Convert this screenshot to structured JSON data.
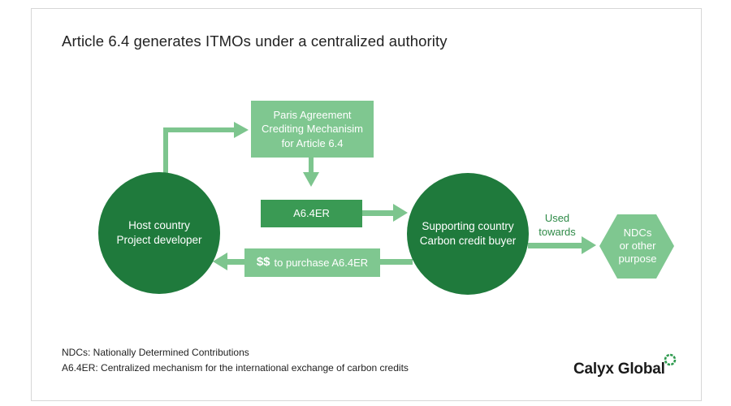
{
  "title": "Article 6.4 generates ITMOs under a centralized authority",
  "nodes": {
    "host": {
      "line1": "Host country",
      "line2": "Project developer"
    },
    "mechanism": {
      "line1": "Paris Agreement",
      "line2": "Crediting Mechanisim",
      "line3": "for Article 6.4"
    },
    "credit": {
      "label": "A6.4ER"
    },
    "buyer": {
      "line1": "Supporting country",
      "line2": "Carbon credit buyer"
    },
    "payment": {
      "symbol": "$$",
      "label": "to purchase A6.4ER"
    },
    "ndc": {
      "line1": "NDCs",
      "line2": "or other",
      "line3": "purpose"
    }
  },
  "edge_labels": {
    "used_towards_1": "Used",
    "used_towards_2": "towards"
  },
  "footnotes": {
    "ndc": "NDCs: Nationally Determined Contributions",
    "a64er": "A6.4ER: Centralized mechanism for the international exchange of carbon credits"
  },
  "logo": {
    "text": "Calyx Global",
    "icon": "calyx-ring-icon"
  },
  "colors": {
    "dark_green": "#1f7a3c",
    "medium_green": "#3a9a54",
    "light_green": "#7fc790",
    "arrow_green": "#7dc58e",
    "border": "#d7d7d7"
  }
}
